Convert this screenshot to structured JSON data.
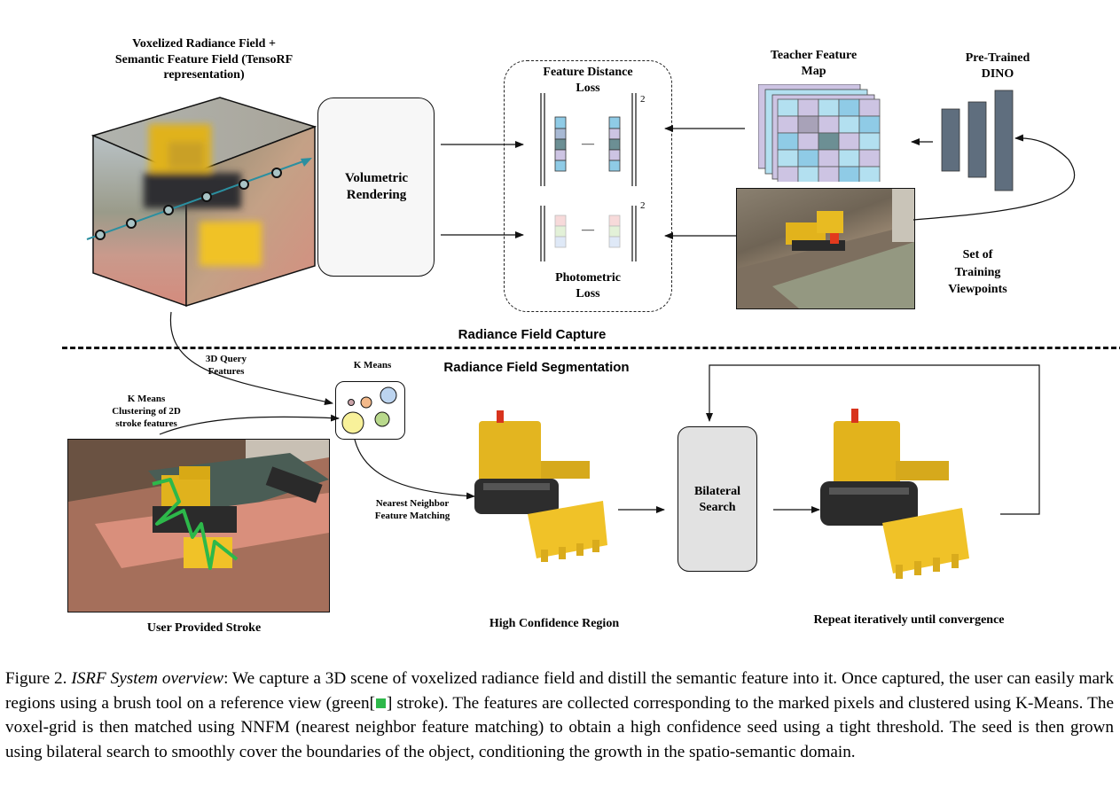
{
  "figure": {
    "top": {
      "voxel_title": [
        "Voxelized Radiance Field +",
        "Semantic Feature Field (TensoRF",
        "representation)"
      ],
      "volumetric_rendering": [
        "Volumetric",
        "Rendering"
      ],
      "feature_distance_loss": [
        "Feature Distance",
        "Loss"
      ],
      "photometric_loss": [
        "Photometric",
        "Loss"
      ],
      "teacher_feature_map": [
        "Teacher Feature",
        "Map"
      ],
      "pretrained_dino": [
        "Pre-Trained",
        "DINO"
      ],
      "training_viewpoints": [
        "Set of",
        "Training",
        "Viewpoints"
      ],
      "norm_exponent": "2",
      "minus_sign": "—"
    },
    "divider": {
      "capture_label": "Radiance Field Capture",
      "segmentation_label": "Radiance Field Segmentation"
    },
    "bottom": {
      "query_features": [
        "3D Query",
        "Features"
      ],
      "kmeans": "K Means",
      "kmeans_clustering": [
        "K Means",
        "Clustering of 2D",
        "stroke features"
      ],
      "nnfm": [
        "Nearest Neighbor",
        "Feature Matching"
      ],
      "bilateral_search": [
        "Bilateral",
        "Search"
      ],
      "user_stroke": "User Provided Stroke",
      "high_confidence": "High Confidence Region",
      "repeat": "Repeat iteratively until convergence"
    },
    "colors": {
      "cluster_1": "#c9a3a8",
      "cluster_2": "#f3b98a",
      "cluster_3": "#bcd4ef",
      "cluster_4": "#f8f19a",
      "cluster_5": "#b9d98c",
      "stroke": "#2db84a",
      "dino": "#5f6e7e"
    }
  },
  "caption": {
    "label": "Figure 2.",
    "title": "ISRF System overview",
    "text_1": ": We capture a 3D scene of voxelized radiance field and distill the semantic feature into it. Once captured, the user can easily mark regions using a brush tool on a reference view (green[",
    "text_2": "] stroke). The features are collected corresponding to the marked pixels and clustered using K-Means. The voxel-grid is then matched using NNFM (nearest neighbor feature matching) to obtain a high confidence seed using a tight threshold. The seed is then grown using bilateral search to smoothly cover the boundaries of the object, conditioning the growth in the spatio-semantic domain."
  }
}
